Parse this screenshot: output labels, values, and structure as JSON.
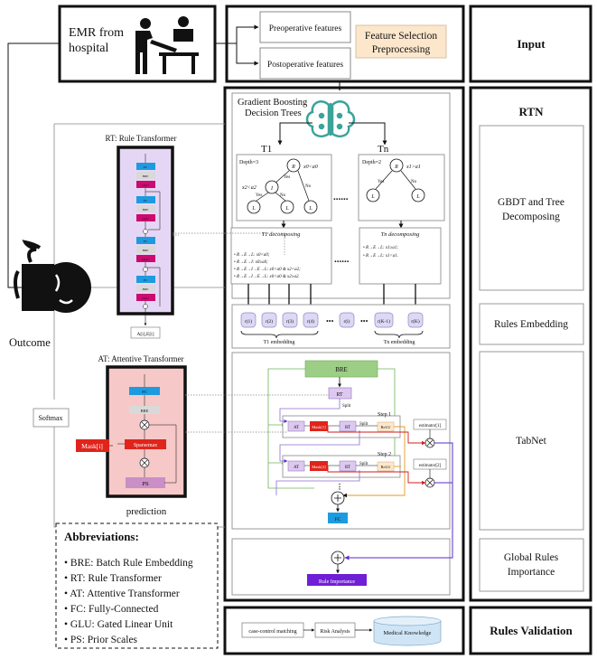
{
  "input": {
    "emr_line1": "EMR from",
    "emr_line2": "hospital",
    "preop": "Preoperative features",
    "postop": "Postoperative features",
    "fs_line1": "Feature Selection",
    "fs_line2": "Preprocessing",
    "side_label": "Input"
  },
  "rtn": {
    "side_label": "RTN",
    "gbdt_side_line1": "GBDT and Tree",
    "gbdt_side_line2": "Decomposing",
    "rules_embedding_side": "Rules Embedding",
    "tabnet_side": "TabNet",
    "global_side_line1": "Global Rules",
    "global_side_line2": "Importance"
  },
  "gbdt": {
    "title_line1": "Gradient Boosting",
    "title_line2": "Decision Trees",
    "t1_label": "T1",
    "tn_label": "Tn",
    "t1_depth": "Depth=3",
    "tn_depth": "Depth=2",
    "t1_root": "R",
    "t1_root_cond": "x0<a0",
    "t1_cond2": "x2<a2",
    "t1_node_i": "I",
    "t1_leaf": "L",
    "yes": "Yes",
    "no": "No",
    "tn_root": "R",
    "tn_root_cond": "x1>a1",
    "tn_leaf": "L",
    "dots": "......",
    "t1_decomp_title": "T1 decomposing",
    "tn_decomp_title": "Tn decomposing",
    "t1_rules": [
      "R→E→L: x0<a0;",
      "R→E→I: x0≥a0;",
      "R→E→I→E→L: x0<a0 & x2<a2;",
      "R→E→I→E→L: x0<a0 & x2≥a2."
    ],
    "tn_rules": [
      "R→E→L: x1≥a1;",
      "R→E→L: x1<a1."
    ]
  },
  "embedding": {
    "items": [
      "r(1)",
      "r(2)",
      "r(3)",
      "r(4)",
      "r(i)",
      "r(K-1)",
      "r(K)"
    ],
    "dots": "•••",
    "t1_label": "T1 embedding",
    "tn_label": "Tn embedding"
  },
  "tabnet": {
    "bre": "BRE",
    "rt": "RT",
    "split": "Split",
    "at": "AT",
    "mask1": "Mask[1]",
    "mask2": "Mask[2]",
    "step1": "Step 1",
    "step2": "Step 2",
    "relu": "ReLU",
    "estimator1": "estimator[1]",
    "estimator2": "estimator[2]",
    "fc": "FC",
    "rule_importance": "Rule Importance"
  },
  "rule_transformer": {
    "title": "RT: Rule Transformer",
    "blocks": [
      "FC",
      "BRE",
      "GLU",
      "FC",
      "BRE",
      "GLU",
      "FC",
      "BRE",
      "GLU",
      "FC",
      "BRE",
      "GLU"
    ],
    "output": "A[i],E[i]"
  },
  "attentive_transformer": {
    "title": "AT: Attentive Transformer",
    "fc": "FC",
    "bre": "BRE",
    "sparsemax": "Sparsemax",
    "ps": "PS",
    "mask": "Mask[i]",
    "softmax": "Softmax",
    "prediction": "prediction"
  },
  "outcome": "Outcome",
  "abbreviations": {
    "title": "Abbreviations",
    "items": [
      "BRE: Batch Rule Embedding",
      "RT: Rule Transformer",
      "AT: Attentive Transformer",
      "FC: Fully-Connected",
      "GLU: Gated Linear Unit",
      "PS: Prior Scales"
    ]
  },
  "validation": {
    "case_control": "case-control matching",
    "risk": "Risk Analysis",
    "knowledge": "Medical Knowledge",
    "side_label": "Rules Validation"
  },
  "colors": {
    "fc_blue": "#1e9be0",
    "bre_gray": "#d9d9d9",
    "glu_magenta": "#cc0a6f",
    "rt_purple_bg": "#e6d6f5",
    "at_pink_bg": "#f6c8c8",
    "mask_red": "#e0241b",
    "bre_green": "#9ccf85",
    "rule_importance": "#6f1fd6",
    "fs_orange": "#fde7cc",
    "knowledge_blue": "#cfe5f5",
    "gbdt_teal": "#3aa39a"
  }
}
